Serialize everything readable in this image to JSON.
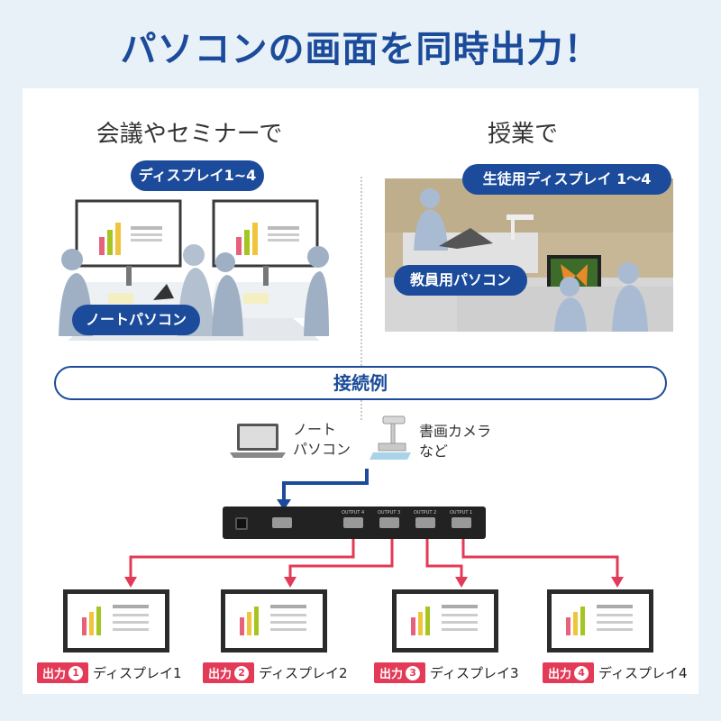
{
  "title": "パソコンの画面を同時出力！",
  "left_scene": {
    "heading": "会議やセミナーで",
    "bubble_display": "ディスプレイ1~4",
    "bubble_laptop": "ノートパソコン"
  },
  "right_scene": {
    "heading": "授業で",
    "bubble_display": "生徒用ディスプレイ 1〜4",
    "bubble_pc": "教員用パソコン"
  },
  "connection": {
    "heading": "接続例",
    "source_laptop": [
      "ノート",
      "パソコン"
    ],
    "source_camera": [
      "書画カメラ",
      "など"
    ],
    "device_ports": [
      "OUTPUT 4",
      "OUTPUT 3",
      "OUTPUT 2",
      "OUTPUT 1"
    ],
    "outputs": [
      {
        "tag": "出力",
        "num": "1",
        "label": "ディスプレイ1"
      },
      {
        "tag": "出力",
        "num": "2",
        "label": "ディスプレイ2"
      },
      {
        "tag": "出力",
        "num": "3",
        "label": "ディスプレイ3"
      },
      {
        "tag": "出力",
        "num": "4",
        "label": "ディスプレイ4"
      }
    ]
  },
  "colors": {
    "brand_blue": "#1b4b9a",
    "arrow_red": "#e33a57",
    "bg": "#e9f1f8"
  }
}
